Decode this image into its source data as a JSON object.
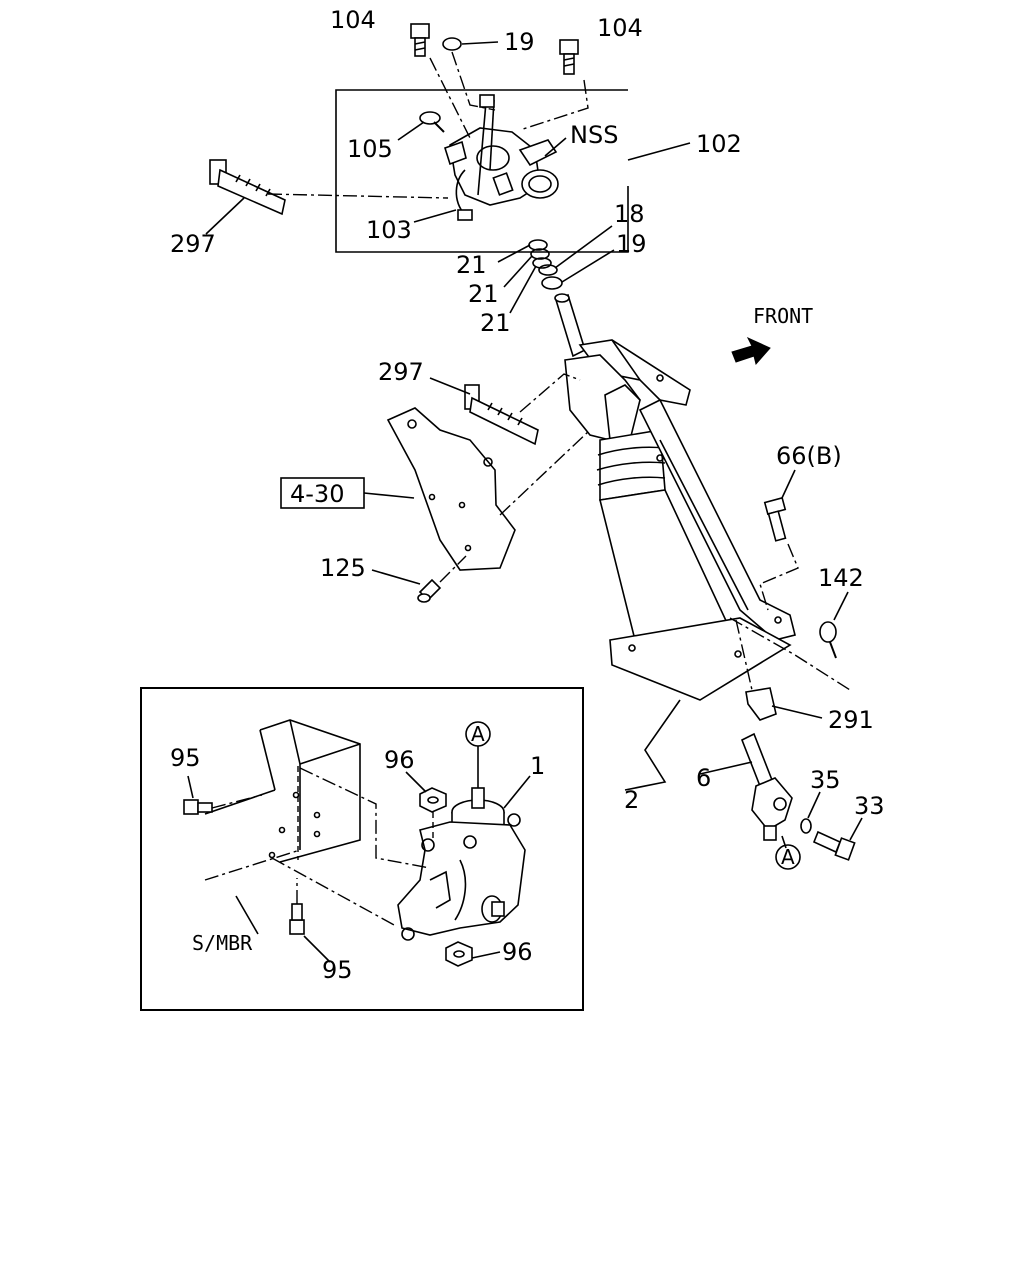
{
  "callouts": {
    "c104a": "104",
    "c19a": "19",
    "c104b": "104",
    "c105": "105",
    "nss": "NSS",
    "c102": "102",
    "c297a": "297",
    "c103": "103",
    "c18": "18",
    "c19b": "19",
    "c21a": "21",
    "c21b": "21",
    "c21c": "21",
    "front": "FRONT",
    "c297b": "297",
    "ref430": "4-30",
    "c66b": "66(B)",
    "c125": "125",
    "c142": "142",
    "c291": "291",
    "c6": "6",
    "c2": "2",
    "c35": "35",
    "c33": "33",
    "markA1": "A",
    "markA2": "A",
    "c1": "1",
    "c95a": "95",
    "c96a": "96",
    "smbr": "S/MBR",
    "c95b": "95",
    "c96b": "96"
  }
}
